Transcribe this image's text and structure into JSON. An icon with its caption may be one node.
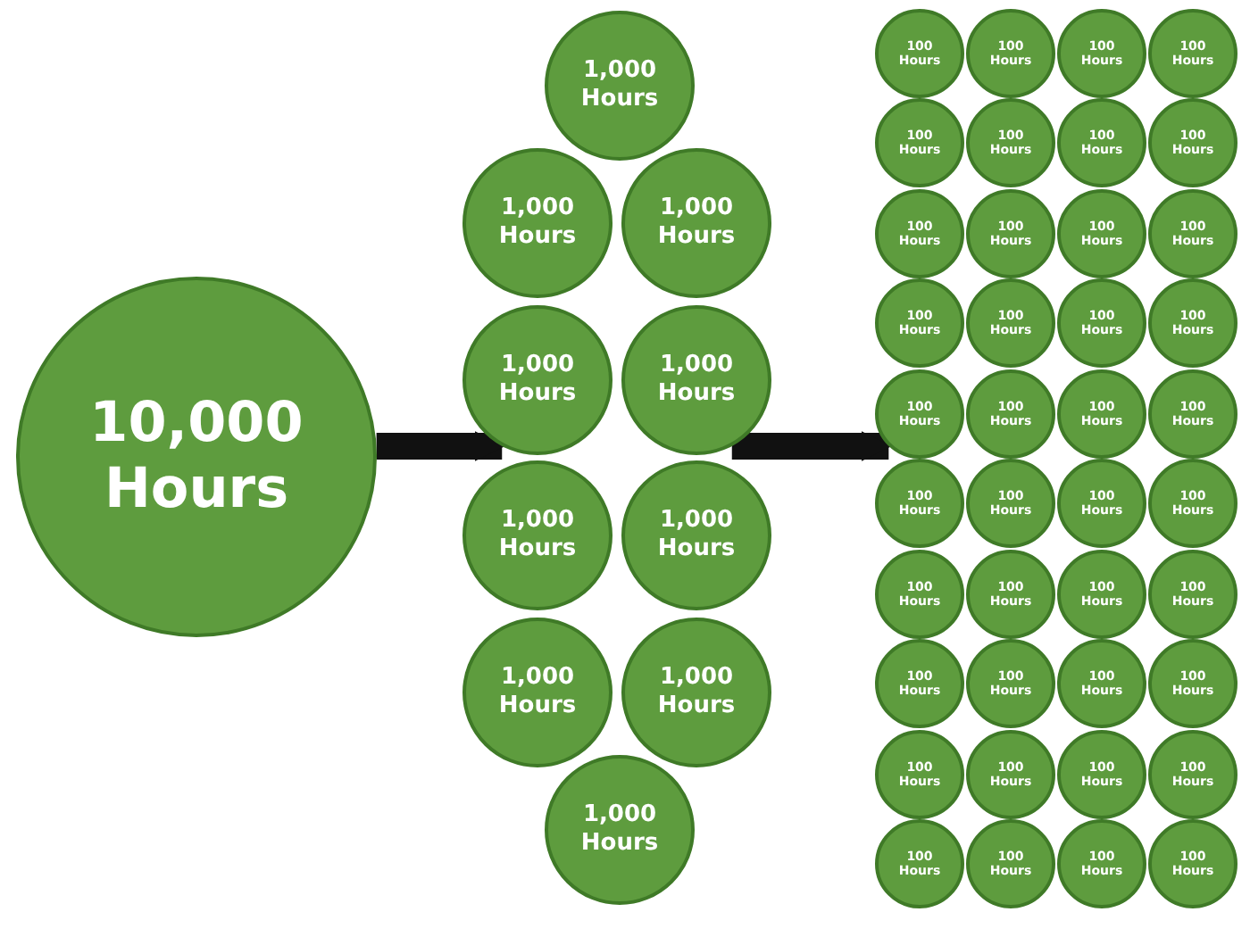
{
  "diagram": {
    "nodes": [
      {
        "text": [
          "10,000 Hours"
        ]
      },
      {
        "text": [
          "1,000 Hours"
        ]
      },
      {
        "text": [
          "1,000 Hours"
        ]
      },
      {
        "text": [
          "1,000 Hours"
        ]
      },
      {
        "text": [
          "1,000 Hours"
        ]
      },
      {
        "text": [
          "1,000 Hours"
        ]
      },
      {
        "text": [
          "1,000 Hours"
        ]
      },
      {
        "text": [
          "1,000 Hours"
        ]
      },
      {
        "text": [
          "1,000 Hours"
        ]
      },
      {
        "text": [
          "1,000 Hours"
        ]
      },
      {
        "text": [
          "1,000 Hours"
        ]
      },
      {
        "text": [
          "100 Hours"
        ]
      },
      {
        "text": [
          "100 Hours"
        ]
      },
      {
        "text": [
          "100 Hours"
        ]
      },
      {
        "text": [
          "100 Hours"
        ]
      },
      {
        "text": [
          "100 Hours"
        ]
      },
      {
        "text": [
          "100 Hours"
        ]
      },
      {
        "text": [
          "100 Hours"
        ]
      },
      {
        "text": [
          "100 Hours"
        ]
      },
      {
        "text": [
          "100 Hours"
        ]
      },
      {
        "text": [
          "100 Hours"
        ]
      },
      {
        "text": [
          "100 Hours"
        ]
      },
      {
        "text": [
          "100 Hours"
        ]
      },
      {
        "text": [
          "100 Hours"
        ]
      },
      {
        "text": [
          "100 Hours"
        ]
      },
      {
        "text": [
          "100 Hours"
        ]
      },
      {
        "text": [
          "100 Hours"
        ]
      },
      {
        "text": [
          "100 Hours"
        ]
      },
      {
        "text": [
          "100 Hours"
        ]
      },
      {
        "text": [
          "100 Hours"
        ]
      },
      {
        "text": [
          "100 Hours"
        ]
      },
      {
        "text": [
          "100 Hours"
        ]
      },
      {
        "text": [
          "100 Hours"
        ]
      },
      {
        "text": [
          "100 Hours"
        ]
      },
      {
        "text": [
          "100 Hours"
        ]
      },
      {
        "text": [
          "100 Hours"
        ]
      },
      {
        "text": [
          "100 Hours"
        ]
      },
      {
        "text": [
          "100 Hours"
        ]
      },
      {
        "text": [
          "100 Hours"
        ]
      },
      {
        "text": [
          "100 Hours"
        ]
      },
      {
        "text": [
          "100 Hours"
        ]
      },
      {
        "text": [
          "100 Hours"
        ]
      },
      {
        "text": [
          "100 Hours"
        ]
      },
      {
        "text": [
          "100 Hours"
        ]
      },
      {
        "text": [
          "100 Hours"
        ]
      },
      {
        "text": [
          "100 Hours"
        ]
      },
      {
        "text": [
          "100 Hours"
        ]
      },
      {
        "text": [
          "100 Hours"
        ]
      },
      {
        "text": [
          "100 Hours"
        ]
      },
      {
        "text": [
          "100 Hours"
        ]
      },
      {
        "text": [
          "100 Hours"
        ]
      }
    ],
    "edges": [
      {
        "from": 0,
        "to": 4,
        "arrow": "to"
      },
      {
        "from": 5,
        "to": 27,
        "arrow": "to"
      }
    ]
  }
}
